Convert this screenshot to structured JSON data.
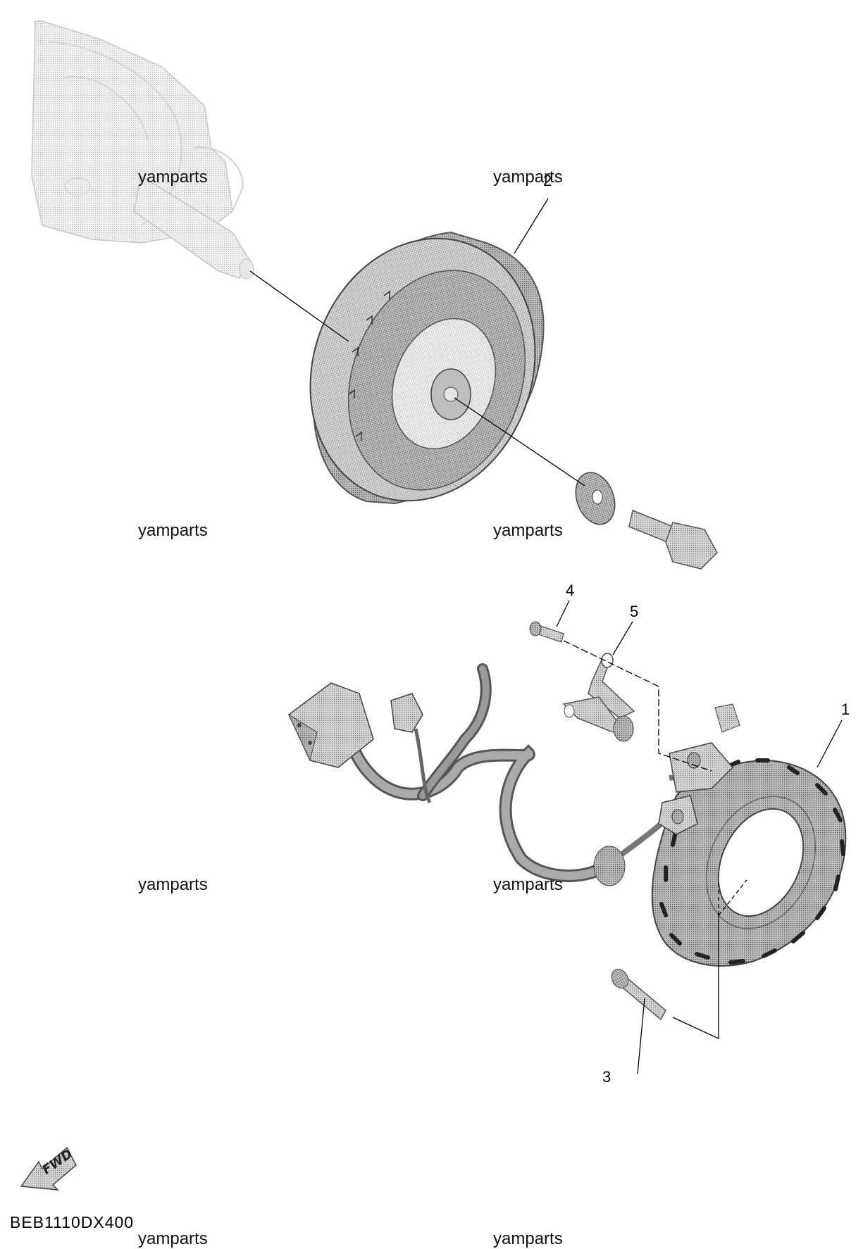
{
  "callouts": [
    "1",
    "2",
    "3",
    "4",
    "5"
  ],
  "watermark": "yamparts",
  "diagram_code": "BEB1110DX400",
  "fwd_label": "FWD",
  "colors": {
    "part_fill": "#cfcfcf",
    "part_stroke": "#555555",
    "line": "#000000"
  }
}
